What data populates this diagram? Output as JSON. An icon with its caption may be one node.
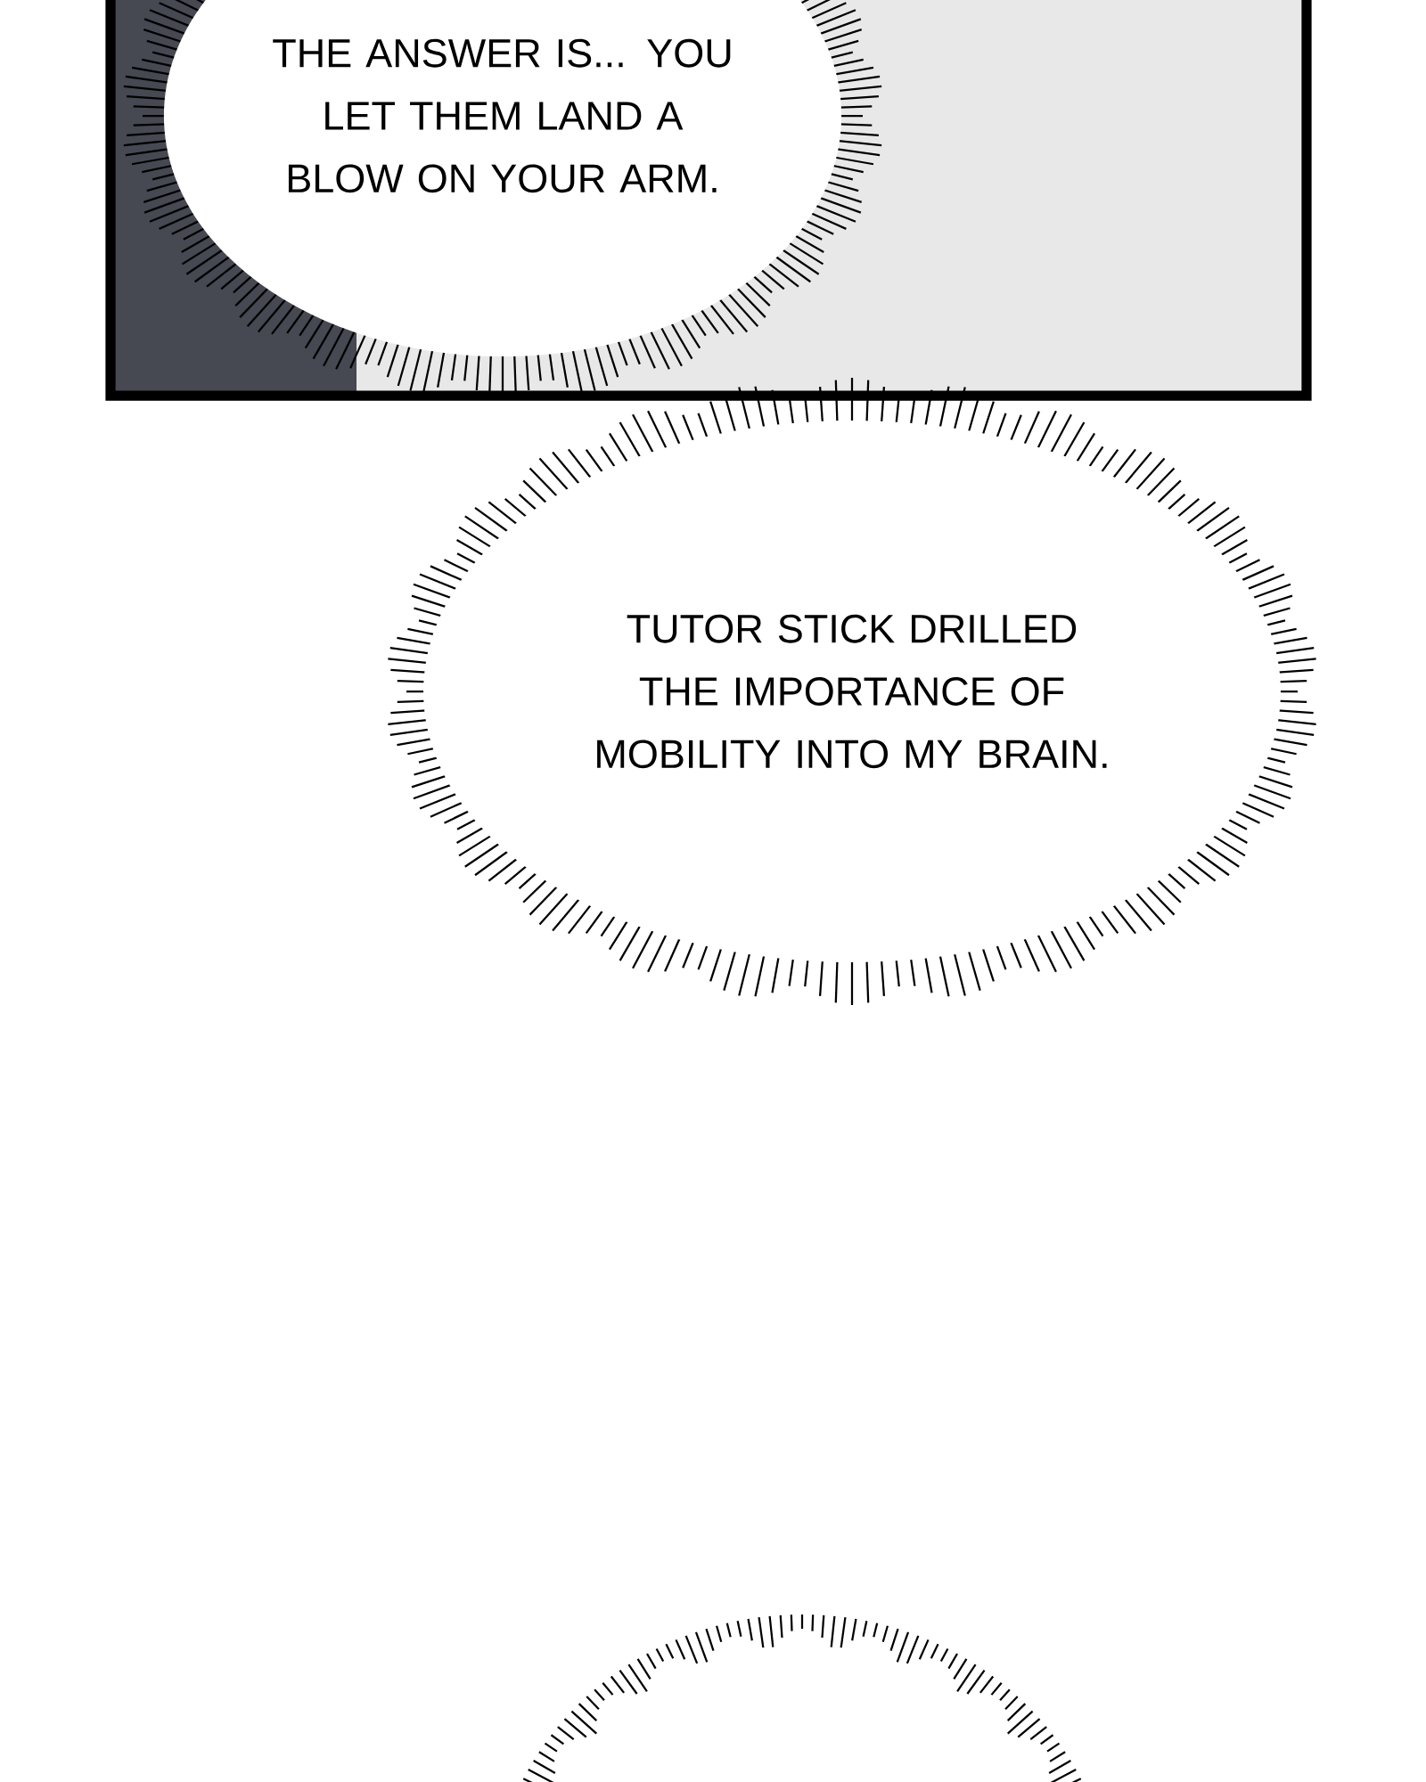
{
  "diagram": {
    "nodes": [
      {
        "text": [
          "THE ANSWER IS... YOU LET THEM LAND A BLOW ON YOUR ARM."
        ]
      },
      {
        "text": [
          "TUTOR STICK DRILLED THE IMPORTANCE OF MOBILITY INTO MY BRAIN."
        ]
      },
      {
        "text": [],
        "shape": "circle"
      }
    ]
  }
}
